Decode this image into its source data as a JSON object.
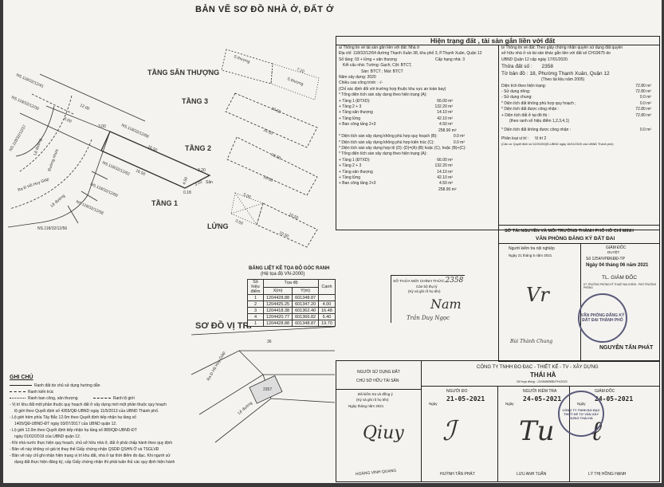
{
  "title": "BẢN VẼ SƠ ĐỒ NHÀ Ở, ĐẤT Ở",
  "drawing": {
    "floor_labels": [
      "TẦNG SÂN THƯỢNG",
      "TẦNG 3",
      "TẦNG 2",
      "TẦNG 1",
      "LỬNG"
    ],
    "neighbors": [
      "NS.118/32/12/41",
      "NS.118/32/12/39",
      "NS.118/32/12/37",
      "NS.118/32/12/66",
      "NS.118/32/12/62",
      "NS.118/32/12/60",
      "NS.118/32/12/58",
      "NS.118/32/12/56"
    ],
    "roads": [
      "Lề đường",
      "Đường nhựa",
      "Rạ Đ Hồ Huy Giáp",
      "Lề đường"
    ],
    "dims": {
      "d1650": "16.50",
      "d320": "3.20",
      "d450": "4.50",
      "d303": "3.03",
      "d018": "0.18",
      "d1200": "12.00",
      "d600": "6.00",
      "d300": "3.00",
      "d710": "7.10",
      "d1050": "10.50",
      "d500": "5.00",
      "d350": "3.50",
      "san": "Sân",
      "sthuong": "S.thượng"
    }
  },
  "coord_table": {
    "title": "BẢNG LIỆT KÊ TỌA ĐỘ GÓC RANH",
    "subtitle": "(Hệ tọa độ VN-2000)",
    "headers": {
      "point": "Số hiệu điểm",
      "coord": "Tọa độ",
      "x": "X(m)",
      "y": "Y(m)",
      "edge": "Cạnh"
    },
    "rows": [
      {
        "p": "1",
        "x": "1204428.88",
        "y": "601348.87",
        "e": ""
      },
      {
        "p": "2",
        "x": "1204425.25",
        "y": "601347.20",
        "e": "4.00"
      },
      {
        "p": "3",
        "x": "1204418.38",
        "y": "601362.40",
        "e": "16.48"
      },
      {
        "p": "4",
        "x": "1204420.77",
        "y": "601366.82",
        "e": "5.40"
      },
      {
        "p": "1",
        "x": "1204428.88",
        "y": "601348.87",
        "e": "19.70"
      }
    ]
  },
  "location_map": {
    "title": "SƠ ĐỒ VỊ TRÍ",
    "labels": [
      "36",
      "2357",
      "Ra Đ Hồ Huy Giáp",
      "Lê đường"
    ]
  },
  "notes": {
    "title": "GHI CHÚ",
    "legend": [
      "Ranh đất do chủ sử dụng hướng dẫn",
      "Ranh kiến trúc",
      "Ranh ban công, sân thượng",
      "Ranh lộ giới"
    ],
    "items": [
      "Vị trí khu đất một phần thuộc quy hoạch đất ở xây dựng mới một phần thuộc quy hoạch",
      "lộ giới theo Quyết định số 4355/QĐ-UBND ngày 11/5/2013 của UBND Thành phố.",
      "Lộ giới hẻm phía Tây Bắc 12.0m theo Quyết định tiếp nhận hạ tầng số",
      "1405/QĐ-UBND-ĐT ngày 03/07/2017  của UBND quận 12.",
      "Lộ giới 12.0m theo Quyết định tiếp nhận hạ tầng số 889/QĐ-UBND-ĐT",
      "ngày 01/02/2019 của UBND quận 12.",
      "Khi nhà nước thực hiện quy hoạch, chủ sở hữu nhà ở, đất ở phải chấp hành theo quy định",
      "Bản vẽ này không có giá trị thay thế Giấy chứng nhận QSDĐ QSHN Ở và TSGLVĐ",
      "Bản vẽ này chỉ ghi nhận hiện trạng vị trí khu đất, nhà ở tại thời điểm đo đạc. Khi người sử",
      "dụng đất thực hiện đăng ký, cấp Giấy chứng nhận thì phải tuân thủ các quy định hiện hành"
    ]
  },
  "status": {
    "header": "Hiện trạng đất , tài sản gắn liền với đất",
    "a": {
      "l1": "a/ Thông tin về tài sản gắn liền với đất: Nhà ở",
      "l2": "Địa chỉ: 118/32/12/64 đường Thạnh Xuân 38, khu phố 3, P.Thạnh Xuân, Quận 12",
      "l3a": "Số tầng:  03 + lửng + sân thượng",
      "l3b": "Cấp hạng nhà: 3",
      "l4": "Kết cấu nhà: Tường: Gạch; Cột: BTCT,",
      "l5": "Sàn: BTCT ; Mái: BTCT",
      "l6": "Năm xây dựng: 2020",
      "l7": "Chiều cao công trình : -/-",
      "l8": "(Chỉ xác định đối với trường hợp thuộc khu vực an toàn bay)",
      "l9": "* Tổng diện tích sàn xây dựng theo hiện trạng (A):",
      "areas": [
        [
          "+ Tầng 1 (ĐTXD):",
          "66.00 m²"
        ],
        [
          "+ Tầng 2 + 3",
          "132.20 m²"
        ],
        [
          "+ Tầng sân thượng",
          "14.10 m²"
        ],
        [
          "+ Tầng lửng",
          "42.10 m²"
        ],
        [
          "+ Ban công tầng 2+3",
          "4.50 m²"
        ]
      ],
      "total": "258.90 m²",
      "b_label": "* Diện tích sàn xây dựng không phù hợp quy hoạch (B):",
      "b_val": "0.0 m²",
      "c_label": "* Diện tích sàn xây dựng không phù hợp kiến trúc (C):",
      "c_val": "0.0 m²",
      "d_label": "* Diện tích sàn xây dựng hợp lệ (D): (D)=(A)-(B) hoặc (C), hoặc (B)+(C):",
      "l10": "* Tổng diện tích sàn xây dựng theo hiện trạng (A):",
      "areas2": [
        [
          "+ Tầng 1 (ĐTXD):",
          "66.00 m²"
        ],
        [
          "+ Tầng 2 + 3",
          "132.20 m²"
        ],
        [
          "+ Tầng sân thượng",
          "14.10 m²"
        ],
        [
          "+ Tầng lửng",
          "42.10 m²"
        ],
        [
          "+ Ban công tầng 2+3",
          "4.50 m²"
        ]
      ],
      "total2": "258.90 m²"
    },
    "b": {
      "l1": "b/ Thông tin về đất: Theo giấy chứng nhận quyền sử dụng đất quyền",
      "l2": "sở hữu nhà ở và tài sản khác gắn liền với đất số CH19675 do",
      "l3": "UBND Quận 12 cấp ngày 17/01/2020.",
      "parcel_label": "Thửa đất số  :",
      "parcel": "2358",
      "map_label": "Tờ bản đồ :",
      "map": "18, Phường Thạnh Xuân, Quận 12",
      "doc_year": "(Theo tài liệu năm 2005)",
      "rows": [
        [
          "Diện tích theo hiện trạng:",
          "72.80 m²"
        ],
        [
          "- Sử dụng riêng:",
          "72.80 m²"
        ],
        [
          "- Sử dụng chung:",
          "0.0 m²"
        ],
        [
          "* Diện tích đất không phù hợp quy hoạch ;",
          "0.0 m²"
        ],
        [
          "* Diện tích đất được công nhận :",
          "72.80 m²"
        ],
        [
          "+ Diện tích đất ở tại đô thị :",
          "72.80 m²"
        ]
      ],
      "points_note": "(theo ranh số hiệu điểm 1,2,3,4,1)",
      "not_recognized": "* Diện tích đất không được công nhận :",
      "not_recognized_val": "0.0 m²",
      "position_label": "Phân loại vị trí :",
      "position": "Vị trí 2",
      "basis": "(Căn cứ Quyết định số 02/2020/QĐ-UBND ngày 16/01/2020 của UBND Thành phố)"
    }
  },
  "office": {
    "l1": "SỞ TÀI NGUYÊN VÀ MÔI TRƯỜNG THÀNH PHỐ HỒ CHÍ MINH",
    "l2": "VĂN PHÒNG ĐĂNG KÝ ĐẤT ĐAI",
    "inspector": "Người kiểm tra nội nghiệp",
    "inspector_date": "Ngày 21 tháng 5 năm 2021",
    "director": "GIÁM ĐỐC",
    "approved": "DUYỆT",
    "number": "Số 1254/VPĐKĐĐ-TP",
    "approved_date": "Ngày 04 tháng 06 năm 2021",
    "tl": "TL. GIÁM ĐỐC",
    "deputy": "KT. TRƯỞNG PHÒNG KỸ THUẬT ĐỊA CHÍNH - PHÓ TRƯỞNG PHÒNG",
    "signer": "NGUYỄN TẤN PHÁT",
    "inspector_sig": "Bùi Thành Chung",
    "stamp": "VĂN PHÒNG ĐĂNG KÝ ĐẤT ĐAI THÀNH PHỐ"
  },
  "parcel_box": {
    "label": "SỐ THỬA MỚI CHÍNH THỨC:",
    "value": "2358",
    "role": "Cán bộ thụ lý",
    "sign": "(Ký và ghi rõ họ tên)",
    "name": "Trần Duy Ngọc"
  },
  "owner": {
    "l1": "NGƯỜI SỬ DỤNG ĐẤT",
    "l2": "CHỦ SỞ HỮU TÀI SẢN",
    "l3": "Đã kiểm tra và đồng ý",
    "l4": "(Ký và ghi rõ họ tên)",
    "date": "Ngày      tháng      năm 2021",
    "name": "HOÀNG VINH QUANG"
  },
  "company": {
    "name": "CÔNG TY TNHH ĐO ĐẠC - THIẾT KẾ - TV - XÂY DỰNG",
    "brand": "THÁI HÀ",
    "contract": "Số hợp đồng : 2109/ĐĐBĐ/TH/2021",
    "cols": [
      {
        "role": "NGƯỜI ĐO",
        "day": "Ngày",
        "date": "21-05-2021",
        "name": "HUỲNH TẤN PHÁT"
      },
      {
        "role": "NGƯỜI KIỂM TRA",
        "day": "Ngày",
        "date": "24-05-2021",
        "name": "LƯU ANH TUẤN"
      },
      {
        "role": "GIÁM ĐỐC",
        "day": "Ngày",
        "date": "24-05-2021",
        "name": "LÝ THỊ HỒNG HẠNH"
      }
    ],
    "stamp": "CÔNG TY TNHH ĐO ĐẠC THIẾT KẾ TƯ VẤN XÂY DỰNG THÁI HÀ"
  }
}
